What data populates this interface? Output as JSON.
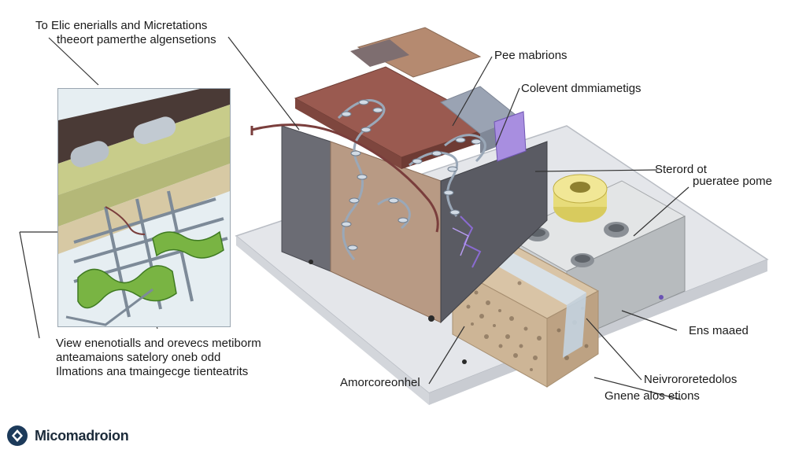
{
  "labels": {
    "top_left_line1": "To Elic enerialls and Micretations",
    "top_left_line2": "theeort pamerthe algensetions",
    "pee_mabrions": "Pee mabrions",
    "colevent": "Colevent dmmiametigs",
    "sterord_line1": "Sterord ot",
    "sterord_line2": "pueratee pome",
    "view_line1": "View enenotialls and orevecs metiborm",
    "view_line2": "anteamaions satelory oneb odd",
    "view_line3": "Ilmations ana tmaingecge tienteatrits",
    "ens_maaed": "Ens maaed",
    "amorcorenhe": "Amorcoreonhel",
    "neivrorone": "Neivrororetedolos",
    "gnene": "Gnene alos etions"
  },
  "brand": {
    "name": "Micomadroion",
    "icon": "diamond-logo-icon"
  },
  "colors": {
    "wall_red": "#9a5a50",
    "wall_brown": "#b58a70",
    "wall_dark": "#5e5f68",
    "base_plate": "#e4e6ea",
    "porous": "#cdb596",
    "ring_yellow": "#e7dc7a",
    "mesh_green": "#79b443",
    "accent_purple": "#8a6bd1"
  }
}
